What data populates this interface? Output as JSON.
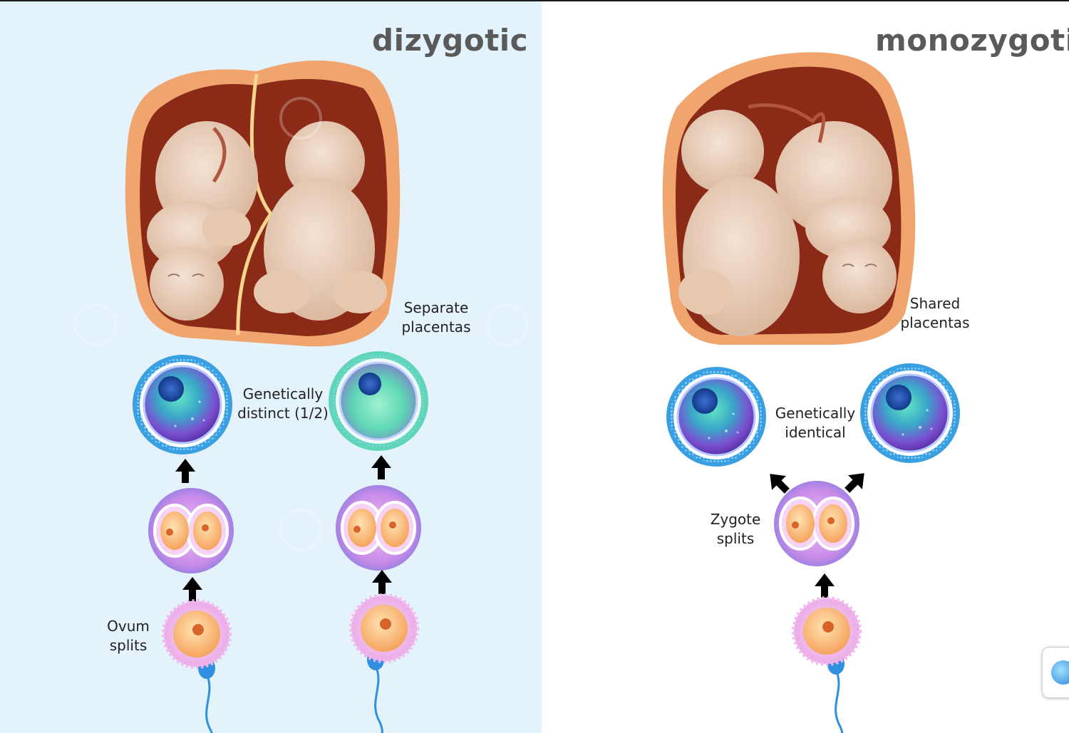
{
  "colors": {
    "left_background": "#e3f2fb",
    "right_background": "#ffffff",
    "title": "#5a5a5a",
    "uterus_wall": "#f0a56e",
    "uterus_interior": "#8a2a17",
    "fetus_skin": "#ead2be",
    "arrow": "#000000",
    "zona": "#3a9fe0",
    "ovum": "#f7b36b"
  },
  "dizygotic": {
    "title": "dizygotic",
    "placenta_label": "Separate\nplacentas",
    "genetics_label": "Genetically\ndistinct (1/2)",
    "origin_label": "Ovum\nsplits"
  },
  "monozygotic": {
    "title": "monozygotic",
    "placenta_label": "Shared\nplacentas",
    "genetics_label": "Genetically\nidentical",
    "origin_label": "Zygote\nsplits"
  },
  "icons": [
    "uterus-icon",
    "fetus-icon",
    "blastocyst-icon",
    "two-cell-zygote-icon",
    "ovum-icon",
    "sperm-icon",
    "up-arrow-icon",
    "watermark-spiral-icon"
  ]
}
